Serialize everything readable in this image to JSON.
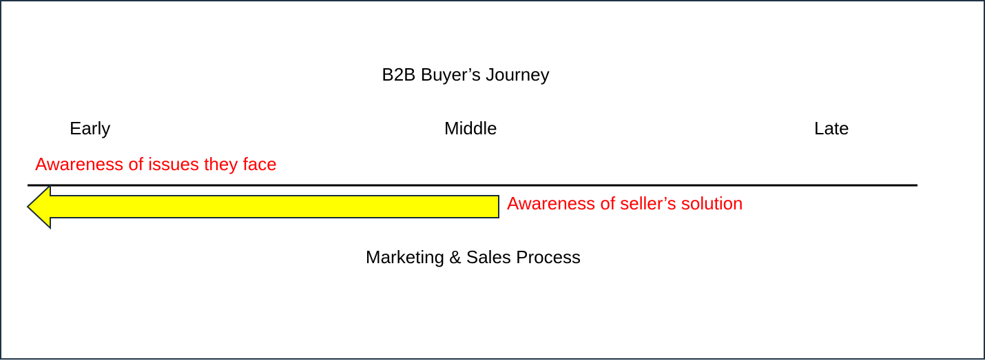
{
  "diagram": {
    "title": "B2B Buyer’s Journey",
    "stages": [
      "Early",
      "Middle",
      "Late"
    ],
    "annotations": {
      "issues": "Awareness of issues they face",
      "solution": "Awareness of seller’s solution"
    },
    "process_label": "Marketing & Sales Process"
  },
  "colors": {
    "arrow_fill": "#ffff00",
    "arrow_stroke": "#1a2b3c",
    "annotation_text": "#ff0000",
    "timeline": "#000000",
    "frame_border": "#1f3347"
  }
}
